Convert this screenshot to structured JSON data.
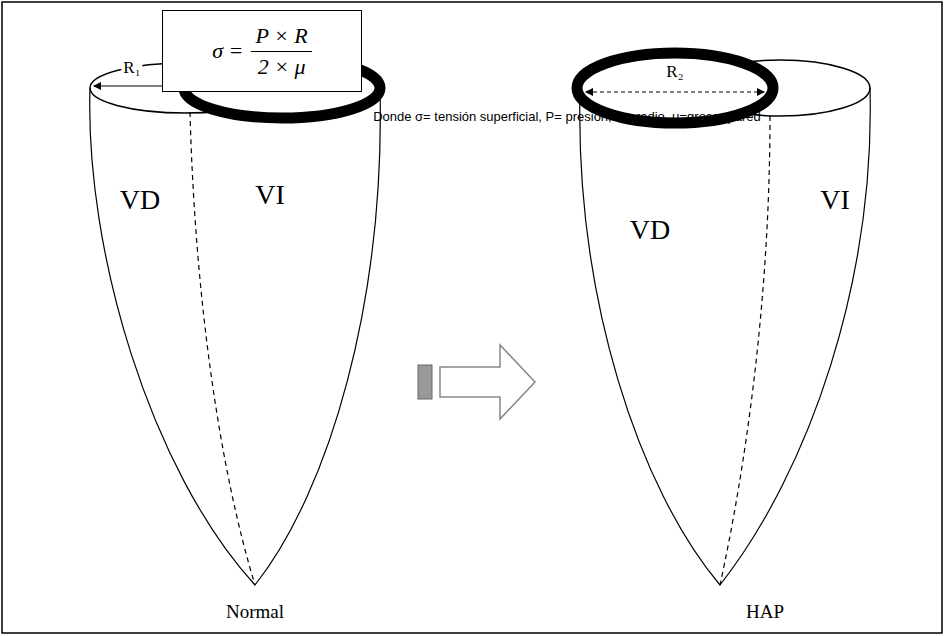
{
  "diagram": {
    "nodes": [
      {
        "text": [
          "σ =",
          "P × R",
          "2 × μ"
        ]
      }
    ],
    "labels": [
      "Donde σ= tensión superficial, P= presión, R= radio, μ=grosor pared",
      "R₁",
      "VD",
      "VI",
      "Normal",
      "R₂",
      "VD",
      "VI",
      "HAP"
    ]
  }
}
